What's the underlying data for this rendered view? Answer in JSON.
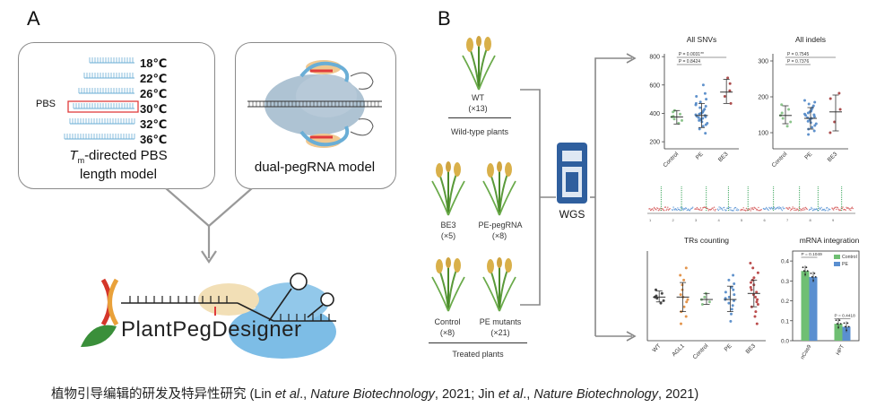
{
  "panels": {
    "a": "A",
    "b": "B"
  },
  "panel_a": {
    "pbs_label": "PBS",
    "temperatures": [
      "18℃",
      "22℃",
      "26℃",
      "30℃",
      "32℃",
      "36℃"
    ],
    "tm_model_line1_prefix": "T",
    "tm_model_line1_sub": "m",
    "tm_model_line1_rest": "-directed PBS",
    "tm_model_line2": "length model",
    "dual_model": "dual-pegRNA model",
    "logo_text": "PlantPegDesigner"
  },
  "panel_b": {
    "wt_label": "WT",
    "wt_count": "(×13)",
    "wild_type_plants": "Wild-type plants",
    "be3_label": "BE3",
    "be3_count": "(×5)",
    "pe_pegrna_label": "PE-pegRNA",
    "pe_pegrna_count": "(×8)",
    "control_label": "Control",
    "control_count": "(×8)",
    "pe_mutants_label": "PE mutants",
    "pe_mutants_count": "(×21)",
    "treated_plants": "Treated plants",
    "wgs": "WGS"
  },
  "chart_data": [
    {
      "type": "scatter",
      "title": "All SNVs",
      "categories": [
        "Control",
        "PE",
        "BE3"
      ],
      "yticks": [
        200,
        400,
        600,
        800
      ],
      "ylim": [
        150,
        820
      ],
      "annotations": [
        "P = 0.0031**",
        "P = 0.8424"
      ],
      "colors": [
        "#7fbf7f",
        "#4f86c6",
        "#a33a3a"
      ],
      "summary": [
        {
          "mean": 375,
          "lo": 325,
          "hi": 420
        },
        {
          "mean": 385,
          "lo": 300,
          "hi": 470
        },
        {
          "mean": 550,
          "lo": 470,
          "hi": 640
        }
      ],
      "points": [
        [
          330,
          350,
          360,
          375,
          380,
          395,
          410,
          420
        ],
        [
          260,
          290,
          310,
          320,
          330,
          340,
          350,
          355,
          360,
          365,
          370,
          375,
          380,
          385,
          390,
          395,
          400,
          405,
          410,
          420,
          430,
          440,
          450,
          460,
          470,
          480,
          500,
          520,
          540,
          600
        ],
        [
          470,
          520,
          560,
          610,
          650
        ]
      ]
    },
    {
      "type": "scatter",
      "title": "All indels",
      "categories": [
        "Control",
        "PE",
        "BE3"
      ],
      "yticks": [
        100,
        200,
        300
      ],
      "ylim": [
        55,
        320
      ],
      "annotations": [
        "P = 0.7545",
        "P = 0.7376"
      ],
      "colors": [
        "#7fbf7f",
        "#4f86c6",
        "#a33a3a"
      ],
      "summary": [
        {
          "mean": 148,
          "lo": 125,
          "hi": 175
        },
        {
          "mean": 140,
          "lo": 110,
          "hi": 170
        },
        {
          "mean": 158,
          "lo": 105,
          "hi": 205
        }
      ],
      "points": [
        [
          118,
          130,
          140,
          148,
          155,
          165,
          178
        ],
        [
          95,
          105,
          110,
          115,
          120,
          125,
          128,
          132,
          135,
          138,
          140,
          142,
          145,
          148,
          150,
          152,
          155,
          158,
          160,
          165,
          170,
          175,
          180,
          185,
          190
        ],
        [
          100,
          130,
          165,
          195,
          210
        ]
      ]
    },
    {
      "type": "scatter",
      "title": "TRs counting",
      "categories": [
        "WT",
        "AGL1",
        "Control",
        "PE",
        "BE3"
      ],
      "yticks": [],
      "ylim": [
        150,
        520
      ],
      "annotations": [],
      "colors": [
        "#333333",
        "#e0893a",
        "#7fbf7f",
        "#4f86c6",
        "#b43a3a"
      ],
      "summary": [
        {
          "mean": 330,
          "lo": 310,
          "hi": 355
        },
        {
          "mean": 330,
          "lo": 270,
          "hi": 390
        },
        {
          "mean": 320,
          "lo": 300,
          "hi": 345
        },
        {
          "mean": 320,
          "lo": 270,
          "hi": 375
        },
        {
          "mean": 345,
          "lo": 290,
          "hi": 400
        }
      ],
      "points": [
        [
          305,
          315,
          325,
          330,
          335,
          345,
          360
        ],
        [
          220,
          250,
          270,
          290,
          310,
          320,
          330,
          340,
          360,
          380,
          400,
          420,
          450
        ],
        [
          300,
          310,
          320,
          330,
          345
        ],
        [
          230,
          260,
          280,
          295,
          305,
          315,
          320,
          325,
          330,
          340,
          350,
          360,
          370,
          385,
          400,
          420
        ],
        [
          220,
          250,
          270,
          290,
          300,
          310,
          320,
          330,
          340,
          350,
          360,
          370,
          380,
          390,
          400,
          410,
          430,
          450,
          470
        ]
      ]
    },
    {
      "type": "bar",
      "title": "mRNA integration",
      "categories": [
        "nCas9",
        "HPT"
      ],
      "yticks": [
        0.0,
        0.1,
        0.2,
        0.3,
        0.4
      ],
      "ylim": [
        0,
        0.45
      ],
      "annotations": [
        "P = 0.1049",
        "P = 0.4418"
      ],
      "legend": [
        "Control",
        "PE"
      ],
      "series": [
        {
          "name": "Control",
          "color": "#6fbf73",
          "values": [
            0.35,
            0.085
          ]
        },
        {
          "name": "PE",
          "color": "#5a8fd0",
          "values": [
            0.32,
            0.07
          ]
        }
      ]
    }
  ],
  "caption": {
    "part1": "植物引导编辑的研发及特异性研究 (Lin ",
    "etal1": "et al",
    "part2": "., ",
    "journal1": "Nature Biotechnology",
    "part3": ", 2021; Jin ",
    "etal2": "et al",
    "part4": "., ",
    "journal2": "Nature Biotechnology",
    "part5": ", 2021)"
  }
}
